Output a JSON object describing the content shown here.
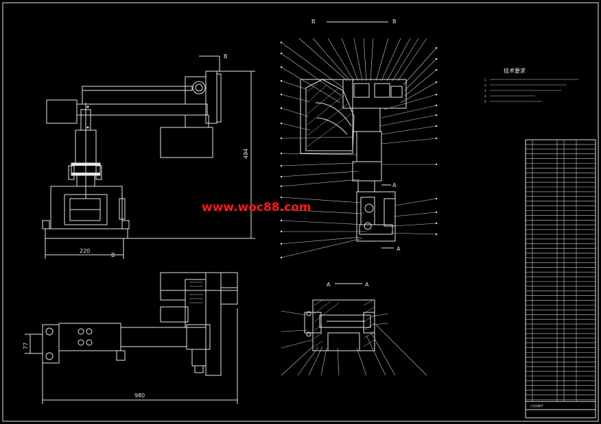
{
  "labels": {
    "section_bb": "B",
    "section_bb_right": "B",
    "view_b_top": "B",
    "view_b_bottom": "B",
    "section_aa_left": "A",
    "section_aa_right": "A",
    "arrow_a_upper": "A",
    "arrow_a_lower": "A"
  },
  "dimensions": {
    "width_220": "220",
    "height_494": "494",
    "width_980": "980",
    "height_77": "77"
  },
  "tech_requirements": {
    "title": "技术要求",
    "items": [
      "1.",
      "2.",
      "3.",
      "4.",
      "5."
    ]
  },
  "watermark": "www.woc88.com",
  "title_block": {
    "designer_label": "工业机械手"
  },
  "colors": {
    "background": "#000000",
    "lines": "#e8e8e8",
    "watermark": "#ff1a1a"
  }
}
